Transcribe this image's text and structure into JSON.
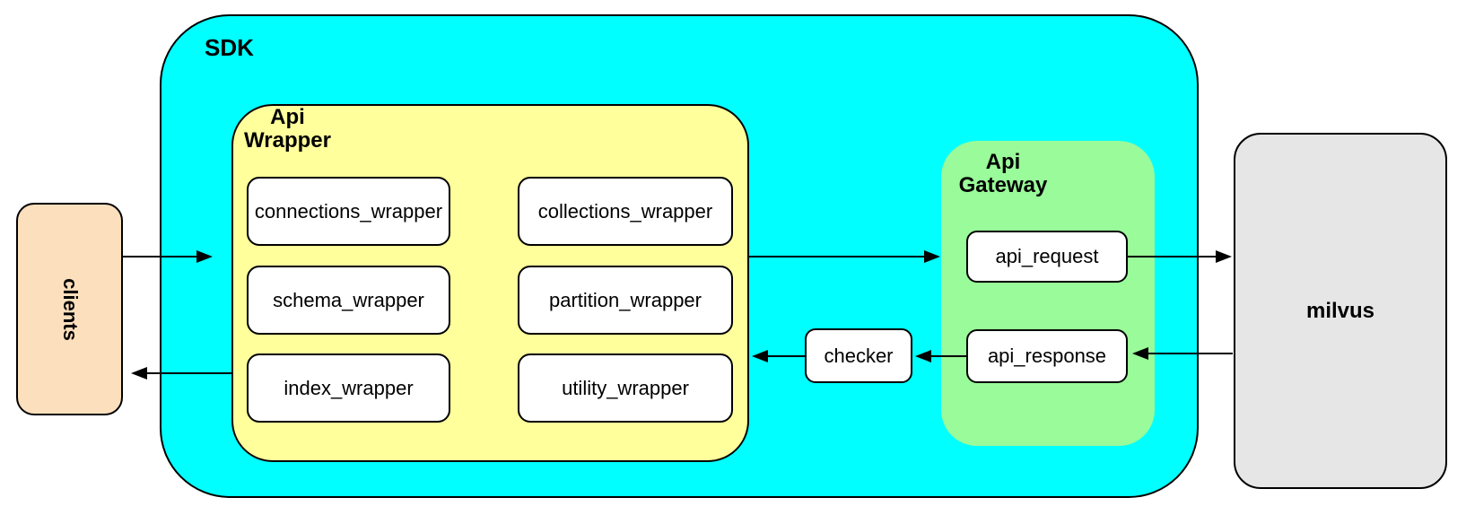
{
  "colors": {
    "sdk_fill": "#00FFFF",
    "api_wrapper_fill": "#FFFF9C",
    "api_gateway_fill": "#99FB99",
    "clients_fill": "#FCDFBD",
    "milvus_fill": "#E6E6E6",
    "leaf_fill": "#FFFFFF",
    "border": "#000000"
  },
  "nodes": {
    "clients": {
      "label": "clients"
    },
    "sdk": {
      "label": "SDK"
    },
    "api_wrapper": {
      "label": "Api Wrapper",
      "children": [
        "connections_wrapper",
        "collections_wrapper",
        "schema_wrapper",
        "partition_wrapper",
        "index_wrapper",
        "utility_wrapper"
      ]
    },
    "checker": {
      "label": "checker"
    },
    "api_gateway": {
      "label": "Api Gateway",
      "children": [
        "api_request",
        "api_response"
      ]
    },
    "milvus": {
      "label": "milvus"
    }
  }
}
